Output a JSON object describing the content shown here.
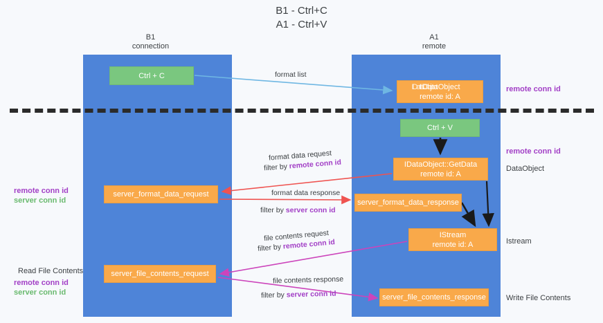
{
  "title": {
    "line1": "B1 - Ctrl+C",
    "line2": "A1 - Ctrl+V"
  },
  "columns": [
    {
      "name": "B1",
      "role": "connection"
    },
    {
      "name": "A1",
      "role": "remote"
    }
  ],
  "nodes": {
    "ctrl_c": {
      "label": "Ctrl + C",
      "color": "#7ac77f"
    },
    "idataobject": {
      "label": "IDataObject",
      "sub": "remote id: A",
      "color": "#f9a94a"
    },
    "ctrl_v": {
      "label": "Ctrl + V",
      "color": "#7ac77f"
    },
    "getdata": {
      "label": "IDataObject::GetData",
      "sub": "remote id: A",
      "color": "#f9a94a"
    },
    "server_format_data_request": {
      "label": "server_format_data_request",
      "color": "#f9a94a"
    },
    "server_format_data_response": {
      "label": "server_format_data_response",
      "color": "#f9a94a"
    },
    "istream": {
      "label": "IStream",
      "sub": "remote id: A",
      "color": "#f9a94a"
    },
    "server_file_contents_request": {
      "label": "server_file_contents_request",
      "color": "#f9a94a"
    },
    "server_file_contents_response": {
      "label": "server_file_contents_response",
      "color": "#f9a94a"
    }
  },
  "edges": {
    "format_list": "format list",
    "format_data_request": "format data request",
    "format_data_request_filter_prefix": "filter by ",
    "format_data_request_filter_key": "remote conn id",
    "format_data_response": "format data response",
    "format_data_response_filter_prefix": "filter by ",
    "format_data_response_filter_key": "server conn id",
    "file_contents_request": "file contents request",
    "file_contents_request_filter_prefix": "filter by ",
    "file_contents_request_filter_key": "remote conn id",
    "file_contents_response": "file contents response",
    "file_contents_response_filter_prefix": "filter by ",
    "file_contents_response_filter_key": "server conn id"
  },
  "annotations": {
    "right_remote_conn_id_top": "remote conn id",
    "right_remote_conn_id_mid": "remote conn id",
    "right_dataobject": "DataObject",
    "right_istream": "Istream",
    "right_write_file_contents": "Write File Contents",
    "left_remote_conn_id_mid": "remote conn id",
    "left_server_conn_id_mid": "server conn id",
    "left_read_file_contents": "Read File Contents",
    "left_remote_conn_id_bottom": "remote conn id",
    "left_server_conn_id_bottom": "server conn id"
  },
  "colors": {
    "lane": "#4e84d8",
    "green_node": "#7ac77f",
    "orange_node": "#f9a94a",
    "purple_text": "#a23fc6",
    "green_text": "#6aba6f",
    "arrow_blue": "#6fb7e3",
    "arrow_red": "#ef5350",
    "arrow_magenta": "#cc44bb",
    "arrow_black": "#1a1a1a",
    "divider": "#2b2b2b",
    "background": "#f7f9fc"
  }
}
